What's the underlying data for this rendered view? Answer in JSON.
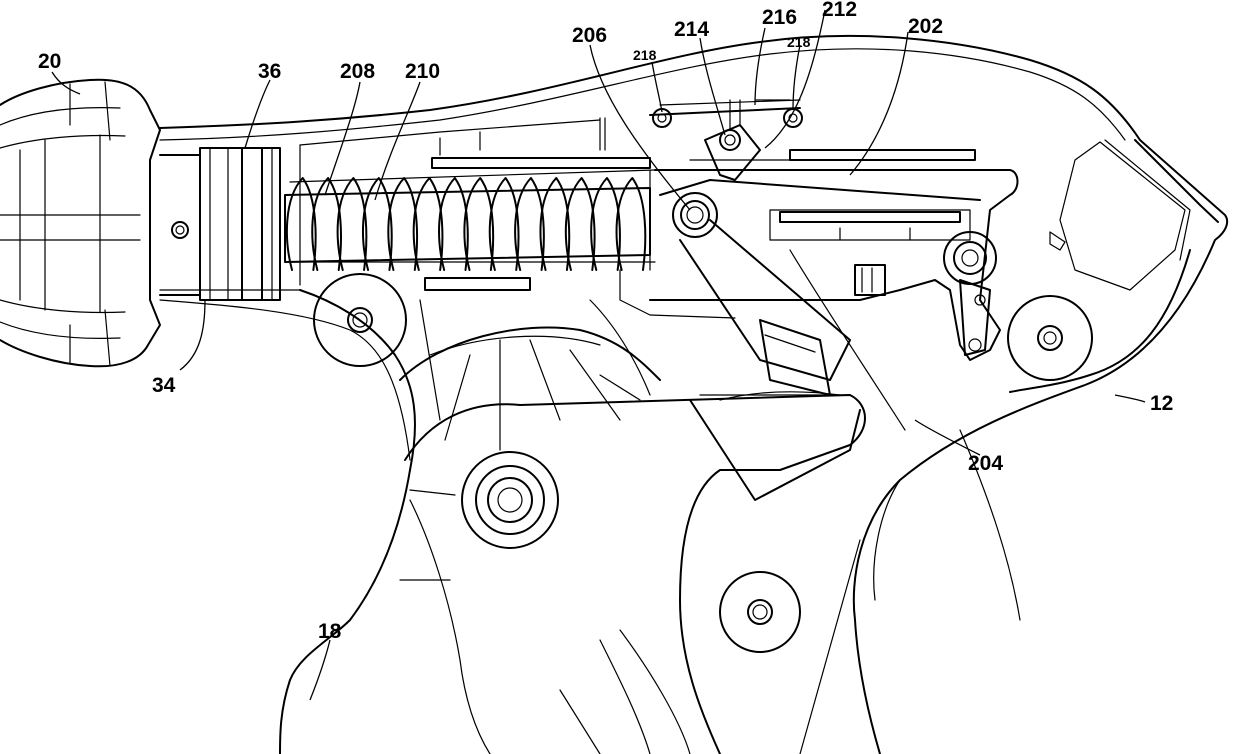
{
  "labels": {
    "l20": "20",
    "l36": "36",
    "l208": "208",
    "l210": "210",
    "l206": "206",
    "l218a": "218",
    "l214": "214",
    "l216": "216",
    "l218b": "218",
    "l212": "212",
    "l202": "202",
    "l34": "34",
    "l12": "12",
    "l204": "204",
    "l18": "18"
  }
}
